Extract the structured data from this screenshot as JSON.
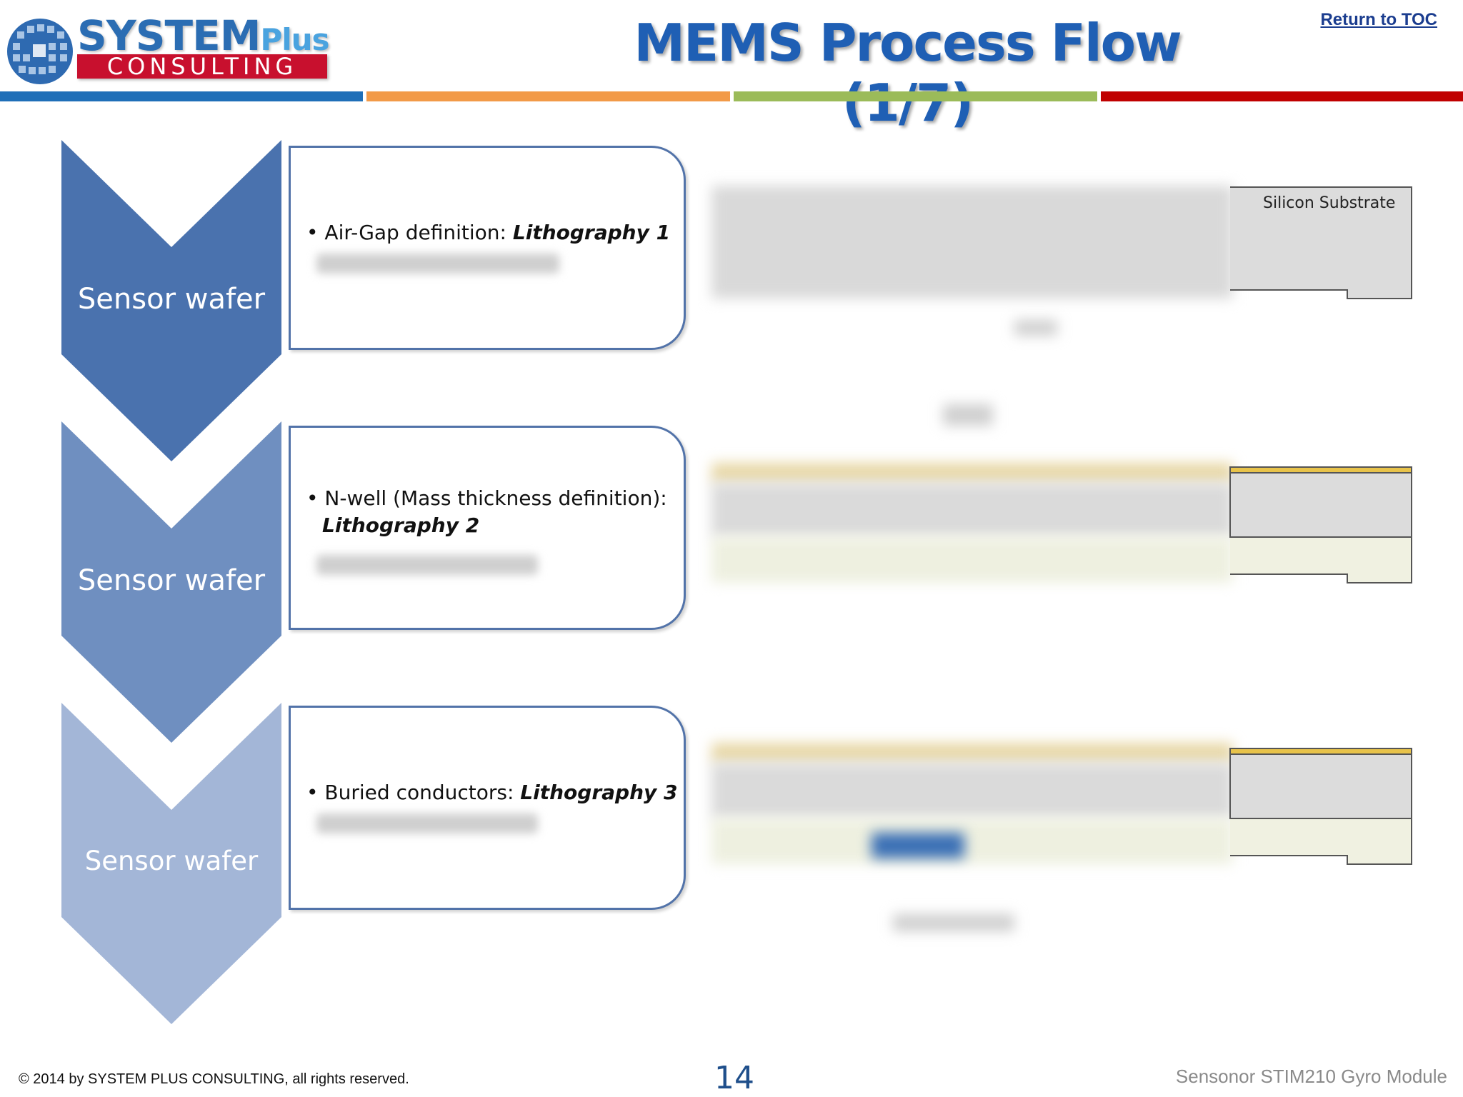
{
  "header": {
    "logo_line1": "SYSTEM",
    "logo_line1_suffix": "Plus",
    "logo_line2": "CONSULTING",
    "title": "MEMS Process Flow (1/7)",
    "toc_link": "Return to TOC"
  },
  "colors": {
    "stripe_blue": "#1f6fb8",
    "stripe_orange": "#f29a48",
    "stripe_green": "#9bbb59",
    "stripe_red": "#c00000",
    "chevron_1": "#4a72ae",
    "chevron_2": "#6f8fc0",
    "chevron_3": "#a3b6d7"
  },
  "steps": [
    {
      "chevron_label": "Sensor wafer",
      "text": "Air-Gap definition: ",
      "emphasis": "Lithography 1"
    },
    {
      "chevron_label": "Sensor wafer",
      "text": "N-well (Mass thickness definition):",
      "emphasis": "Lithography 2"
    },
    {
      "chevron_label": "Sensor wafer",
      "text": "Buried conductors: ",
      "emphasis": "Lithography 3"
    }
  ],
  "diagram": {
    "substrate_label": "Silicon Substrate"
  },
  "footer": {
    "copyright": "© 2014 by SYSTEM PLUS CONSULTING, all rights reserved.",
    "page_number": "14",
    "doc_title": "Sensonor STIM210 Gyro Module"
  }
}
